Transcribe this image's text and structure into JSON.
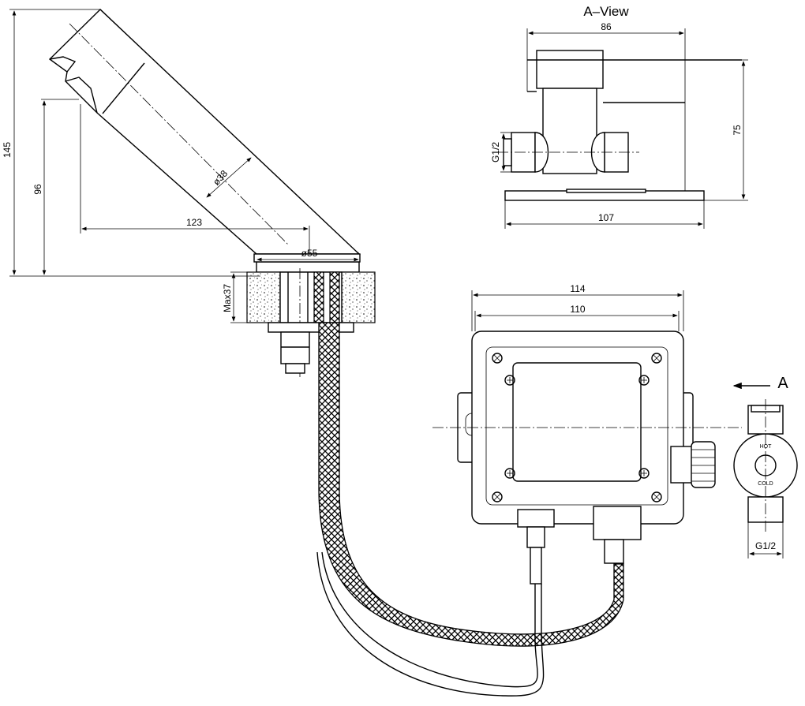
{
  "views": {
    "a_view": {
      "title": "A–View",
      "dims": {
        "width_top": "86",
        "height": "75",
        "width_base": "107",
        "thread": "G1/2"
      }
    },
    "faucet": {
      "dims": {
        "total_height": "145",
        "spout_height": "96",
        "reach": "123",
        "body_dia": "ø38",
        "base_dia": "ø55",
        "max_deck": "Max37"
      }
    },
    "control_box": {
      "dims": {
        "outer_width": "114",
        "inner_width": "110",
        "thread": "G1/2"
      },
      "arrow_label": "A",
      "valve_labels": {
        "hot": "HOT",
        "cold": "COLD"
      }
    }
  },
  "colors": {
    "line": "#000000",
    "background": "#ffffff"
  }
}
